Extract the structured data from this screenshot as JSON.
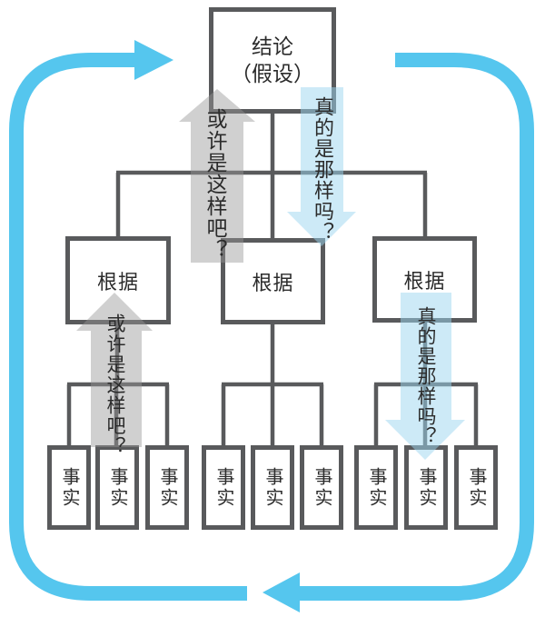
{
  "diagram": {
    "conclusion": {
      "line1": "结论",
      "line2": "（假设）"
    },
    "grounds": [
      {
        "label": "根据"
      },
      {
        "label": "根据"
      },
      {
        "label": "根据"
      }
    ],
    "facts": [
      {
        "label": "事实"
      },
      {
        "label": "事实"
      },
      {
        "label": "事实"
      },
      {
        "label": "事实"
      },
      {
        "label": "事实"
      },
      {
        "label": "事实"
      },
      {
        "label": "事实"
      },
      {
        "label": "事实"
      },
      {
        "label": "事实"
      }
    ],
    "arrows": [
      {
        "direction": "up",
        "label": "或许是这样吧？"
      },
      {
        "direction": "down",
        "label": "真的是那样吗？"
      },
      {
        "direction": "up",
        "label": "或许是这样吧？"
      },
      {
        "direction": "down",
        "label": "真的是那样吗？"
      }
    ]
  },
  "colors": {
    "loop_cyan": "#55c6ee",
    "box_border": "#595a5c",
    "connector_gray": "#595a5c",
    "up_arrow_gray": "#979797",
    "down_arrow_blue": "#9cd6ef",
    "text_dark": "#2b2b2b"
  }
}
